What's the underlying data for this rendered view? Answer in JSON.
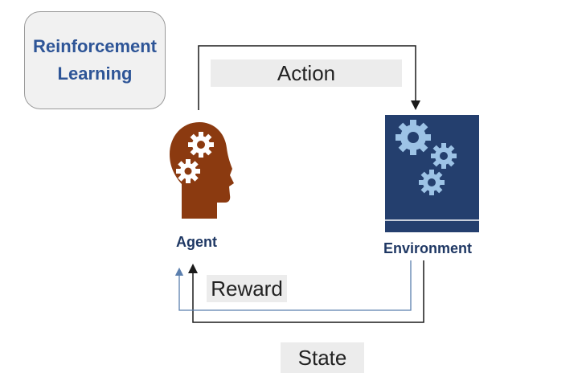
{
  "title": {
    "line1": "Reinforcement",
    "line2": "Learning"
  },
  "labels": {
    "action": "Action",
    "reward": "Reward",
    "state": "State",
    "agent": "Agent",
    "environment": "Environment"
  },
  "colors": {
    "title_text": "#2e5597",
    "title_box_bg": "#f1f1f1",
    "caption_text": "#1f3864",
    "agent_head": "#8b3a10",
    "environment_panel": "#243f6e",
    "environment_gears": "#9dc3e6",
    "reward_line": "#5b7fae",
    "arrow_line": "#1a1a1a"
  },
  "icons": {
    "agent": "head-with-gears-icon",
    "environment": "gears-panel-icon"
  }
}
